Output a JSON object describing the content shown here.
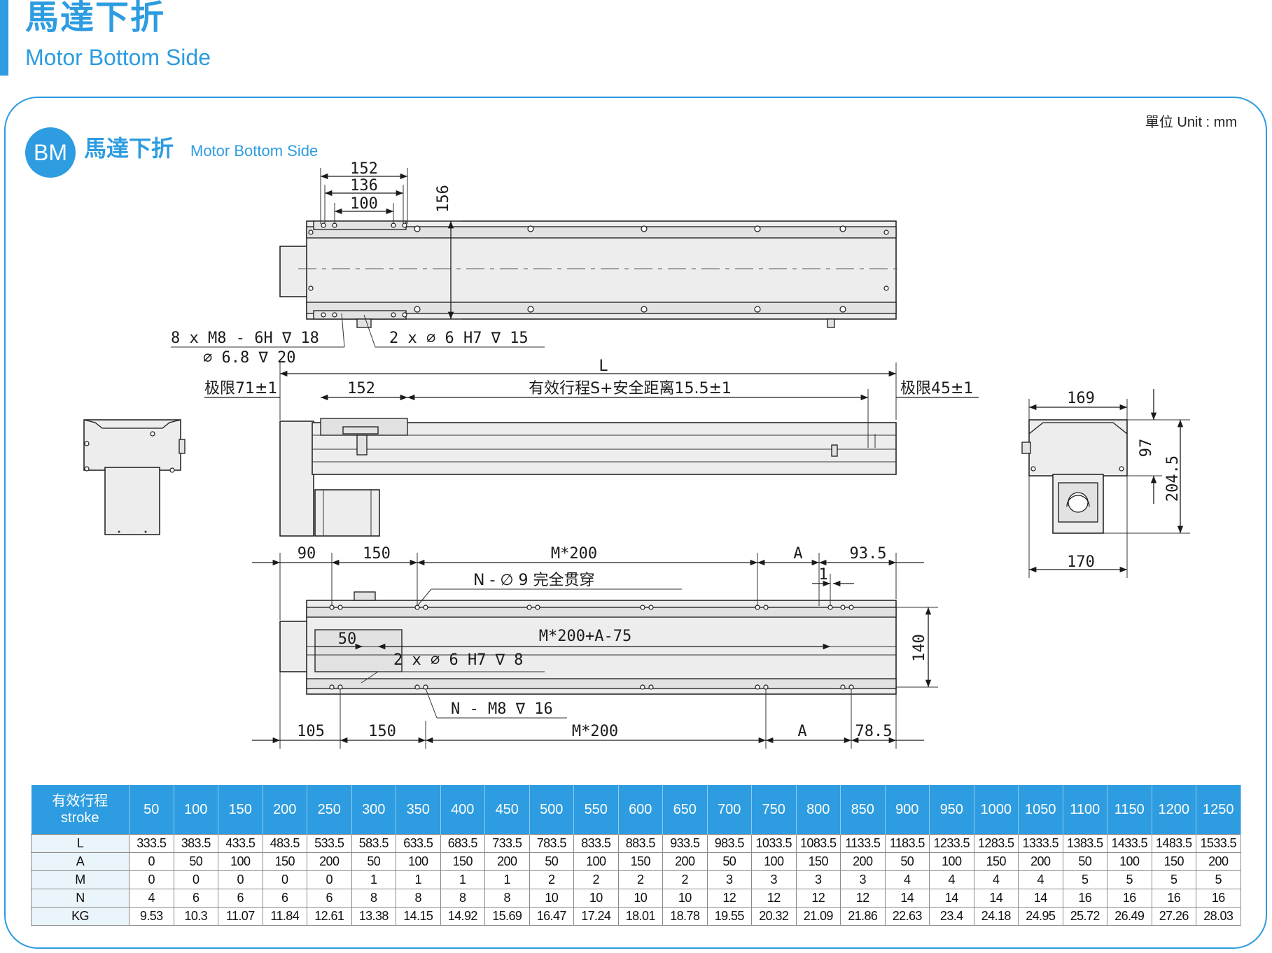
{
  "header": {
    "title_zh": "馬達下折",
    "title_en": "Motor Bottom Side"
  },
  "unit": "單位 Unit : mm",
  "section": {
    "badge": "BM",
    "title_zh": "馬達下折",
    "title_en": "Motor Bottom Side"
  },
  "drawing": {
    "top_view": {
      "dim_152": "152",
      "dim_136": "136",
      "dim_100": "100",
      "dim_156": "156",
      "note_tap_1": "8 x  M8 - 6H ∇ 18",
      "note_tap_2": "∅ 6.8 ∇ 20",
      "note_pin": "2 x ∅ 6 H7 ∇ 15"
    },
    "side_view": {
      "dim_L": "L",
      "limit_left": "极限71±1",
      "dim_152": "152",
      "stroke_note": "有效行程S+安全距离15.5±1",
      "limit_right": "极限45±1"
    },
    "end_view": {
      "dim_169": "169",
      "dim_97": "97",
      "dim_204_5": "204.5",
      "dim_170": "170"
    },
    "bottom_view": {
      "dim_90": "90",
      "dim_150_top": "150",
      "dim_M200_top": "M*200",
      "dim_A_top": "A",
      "dim_93_5": "93.5",
      "note_through": "N - ∅ 9 完全贯穿",
      "dim_1": "1",
      "dim_50": "50",
      "dim_M200_A": "M*200+A-75",
      "note_pin": "2 x ∅ 6 H7 ∇ 8",
      "dim_140": "140",
      "note_tap": "N - M8 ∇ 16",
      "dim_105": "105",
      "dim_150_bot": "150",
      "dim_M200_bot": "M*200",
      "dim_A_bot": "A",
      "dim_78_5": "78.5"
    }
  },
  "table": {
    "header_zh": "有效行程",
    "header_en": "stroke",
    "strokes": [
      "50",
      "100",
      "150",
      "200",
      "250",
      "300",
      "350",
      "400",
      "450",
      "500",
      "550",
      "600",
      "650",
      "700",
      "750",
      "800",
      "850",
      "900",
      "950",
      "1000",
      "1050",
      "1100",
      "1150",
      "1200",
      "1250"
    ],
    "rows": [
      {
        "label": "L",
        "values": [
          "333.5",
          "383.5",
          "433.5",
          "483.5",
          "533.5",
          "583.5",
          "633.5",
          "683.5",
          "733.5",
          "783.5",
          "833.5",
          "883.5",
          "933.5",
          "983.5",
          "1033.5",
          "1083.5",
          "1133.5",
          "1183.5",
          "1233.5",
          "1283.5",
          "1333.5",
          "1383.5",
          "1433.5",
          "1483.5",
          "1533.5"
        ]
      },
      {
        "label": "A",
        "values": [
          "0",
          "50",
          "100",
          "150",
          "200",
          "50",
          "100",
          "150",
          "200",
          "50",
          "100",
          "150",
          "200",
          "50",
          "100",
          "150",
          "200",
          "50",
          "100",
          "150",
          "200",
          "50",
          "100",
          "150",
          "200"
        ]
      },
      {
        "label": "M",
        "values": [
          "0",
          "0",
          "0",
          "0",
          "0",
          "1",
          "1",
          "1",
          "1",
          "2",
          "2",
          "2",
          "2",
          "3",
          "3",
          "3",
          "3",
          "4",
          "4",
          "4",
          "4",
          "5",
          "5",
          "5",
          "5"
        ]
      },
      {
        "label": "N",
        "values": [
          "4",
          "6",
          "6",
          "6",
          "6",
          "8",
          "8",
          "8",
          "8",
          "10",
          "10",
          "10",
          "10",
          "12",
          "12",
          "12",
          "12",
          "14",
          "14",
          "14",
          "14",
          "16",
          "16",
          "16",
          "16"
        ]
      },
      {
        "label": "KG",
        "values": [
          "9.53",
          "10.3",
          "11.07",
          "11.84",
          "12.61",
          "13.38",
          "14.15",
          "14.92",
          "15.69",
          "16.47",
          "17.24",
          "18.01",
          "18.78",
          "19.55",
          "20.32",
          "21.09",
          "21.86",
          "22.63",
          "23.4",
          "24.18",
          "24.95",
          "25.72",
          "26.49",
          "27.26",
          "28.03"
        ]
      }
    ]
  }
}
